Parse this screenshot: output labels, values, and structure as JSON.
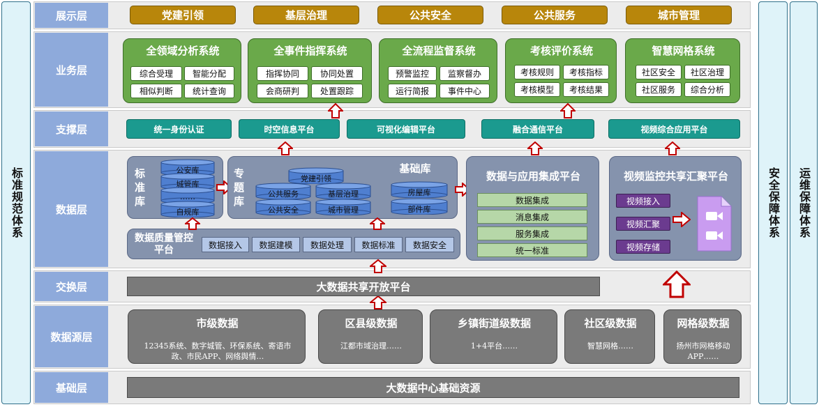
{
  "side_left": "标准规范体系",
  "side_right1": "安全保障体系",
  "side_right2": "运维保障体系",
  "layers": {
    "display": "展示层",
    "business": "业务层",
    "support": "支撑层",
    "data": "数据层",
    "exchange": "交换层",
    "source": "数据源层",
    "base": "基础层"
  },
  "display_items": [
    "党建引领",
    "基层治理",
    "公共安全",
    "公共服务",
    "城市管理"
  ],
  "systems": [
    {
      "title": "全领域分析系统",
      "items": [
        "综合受理",
        "智能分配",
        "相似判断",
        "统计查询"
      ]
    },
    {
      "title": "全事件指挥系统",
      "items": [
        "指挥协同",
        "协同处置",
        "会商研判",
        "处置跟踪"
      ]
    },
    {
      "title": "全流程监督系统",
      "items": [
        "预警监控",
        "监察督办",
        "运行简报",
        "事件中心"
      ]
    },
    {
      "title": "考核评价系统",
      "items": [
        "考核规则",
        "考核指标",
        "考核模型",
        "考核结果"
      ]
    },
    {
      "title": "智慧网格系统",
      "items": [
        "社区安全",
        "社区治理",
        "社区服务",
        "综合分析"
      ]
    }
  ],
  "support_items": [
    "统一身份认证",
    "时空信息平台",
    "可视化编辑平台",
    "融合通信平台",
    "视频综合应用平台"
  ],
  "std_lib": {
    "title": "标准库",
    "items": [
      "公安库",
      "城管库",
      "……",
      "自规库"
    ]
  },
  "topic_lib": {
    "title": "专题库",
    "items": [
      "党建引领",
      "公共服务",
      "基层治理",
      "公共安全",
      "城市管理"
    ]
  },
  "base_lib": {
    "title": "基础库",
    "items": [
      "房屋库",
      "部件库"
    ]
  },
  "integration": {
    "title": "数据与应用集成平台",
    "items": [
      "数据集成",
      "消息集成",
      "服务集成",
      "统一标准"
    ]
  },
  "video": {
    "title": "视频监控共享汇聚平台",
    "items": [
      "视频接入",
      "视频汇聚",
      "视频存储"
    ]
  },
  "quality": {
    "title": "数据质量管控平台",
    "items": [
      "数据接入",
      "数据建模",
      "数据处理",
      "数据标准",
      "数据安全"
    ]
  },
  "exchange_bar": "大数据共享开放平台",
  "sources": [
    {
      "title": "市级数据",
      "desc": "12345系统、数字城管、环保系统、寄语市政、市民APP、网络舆情…"
    },
    {
      "title": "区县级数据",
      "desc": "江都市域治理……"
    },
    {
      "title": "乡镇街道级数据",
      "desc": "1+4平台……"
    },
    {
      "title": "社区级数据",
      "desc": "智慧网格……"
    },
    {
      "title": "网格级数据",
      "desc": "扬州市网格移动APP……"
    }
  ],
  "base_bar": "大数据中心基础资源",
  "colors": {
    "label": "#8eaadb",
    "gold": "#b8860b",
    "green": "#6aa94a",
    "teal": "#1b9a8f",
    "slate": "#8593ad",
    "purple": "#6b3b8f",
    "gray": "#7a7a7a",
    "arrow": "#c00000"
  }
}
